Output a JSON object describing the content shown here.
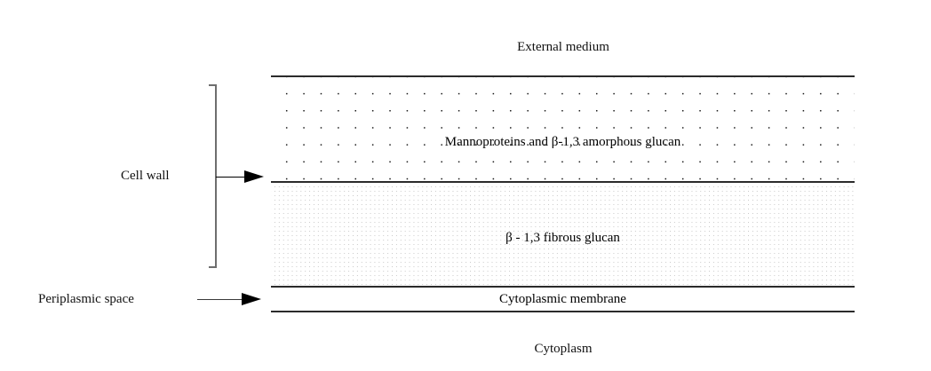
{
  "diagram": {
    "title_top": "External medium",
    "title_bottom": "Cytoplasm",
    "layers": [
      {
        "id": "amorphous",
        "label": "Mannoproteins and β-1,3 amorphous glucan",
        "fill": "coarse-dot-lattice",
        "dot_color": "#1a1a1a"
      },
      {
        "id": "fibrous",
        "label": "β - 1,3 fibrous glucan",
        "fill": "fine-dot-lattice",
        "dot_color": "#c9c9c9"
      },
      {
        "id": "membrane",
        "label": "Cytoplasmic membrane",
        "fill": "plain",
        "dot_color": "#ffffff"
      }
    ],
    "annotations": [
      {
        "id": "cell-wall",
        "label": "Cell wall",
        "marker": "bracket-with-solid-arrow",
        "arrow": "right-arrow-icon"
      },
      {
        "id": "periplasmic-space",
        "label": "Periplasmic space",
        "marker": "long-thin-arrow",
        "arrow": "right-arrow-icon"
      }
    ],
    "line_color": "#2b2b2b",
    "bracket_color": "#6e6e6e",
    "background": "#ffffff"
  }
}
